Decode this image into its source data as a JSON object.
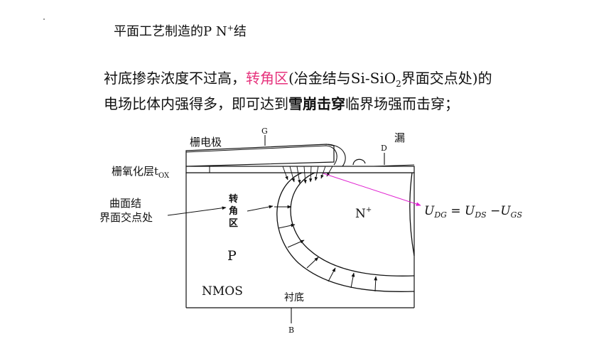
{
  "title": {
    "text": "平面工艺制造的P N",
    "sup": "+",
    "suffix": "结"
  },
  "paragraph": {
    "line1_a": "衬底掺杂浓度不过高，",
    "line1_highlight": "转角区",
    "line1_b": "(冶金结与Si-SiO",
    "line1_sub": "2",
    "line1_c": "界面交点处)的",
    "line2_a": "电场比体内强得多，即可达到",
    "line2_bold": "雪崩击穿",
    "line2_b": "临界场强而击穿；"
  },
  "colors": {
    "highlight": "#e6327c",
    "arrow": "#e020d0",
    "ink": "#111111"
  },
  "diagram": {
    "gate_terminal": "G",
    "drain_terminal": "D",
    "body_terminal": "B",
    "gate_label": "栅电极",
    "drain_label": "漏",
    "oxide_label": "栅氧化层t",
    "oxide_sub": "OX",
    "junction_label_1": "曲面结",
    "junction_label_2": "界面交点处",
    "corner_label_1": "转",
    "corner_label_2": "角",
    "corner_label_3": "区",
    "n_region": "N",
    "n_sup": "+",
    "p_region": "P",
    "device": "NMOS",
    "substrate": "衬底",
    "eq_u1": "U",
    "eq_sub1": "DG",
    "eq_eq": " = ",
    "eq_u2": "U",
    "eq_sub2": "DS",
    "eq_minus": " −",
    "eq_u3": "U",
    "eq_sub3": "GS"
  }
}
